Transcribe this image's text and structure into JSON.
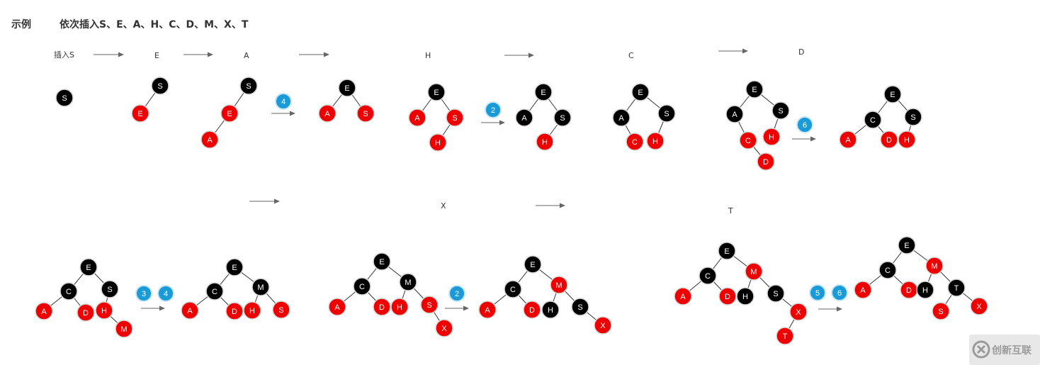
{
  "header": {
    "section_label": "示例",
    "sequence_title": "依次插入S、E、A、H、C、D、M、X、T"
  },
  "colors": {
    "black_node": "#000000",
    "red_node": "#ee0000",
    "badge": "#1a9ad7",
    "edge": "#333333",
    "arrow": "#666666"
  },
  "steps": [
    {
      "label": "插入S"
    },
    {
      "label": "E"
    },
    {
      "label": "A"
    },
    {
      "label": "H"
    },
    {
      "label": "C"
    },
    {
      "label": "D"
    },
    {
      "label": "X"
    },
    {
      "label": "T"
    }
  ],
  "badges": [
    "4",
    "2",
    "6",
    "3",
    "4",
    "2",
    "5",
    "6"
  ],
  "trees": [
    {
      "nodes": [
        [
          "S",
          "black"
        ]
      ],
      "edges": []
    },
    {
      "nodes": [
        [
          "S",
          "black"
        ],
        [
          "E",
          "red"
        ]
      ],
      "edges": [
        [
          0,
          1
        ]
      ]
    },
    {
      "nodes": [
        [
          "S",
          "black"
        ],
        [
          "E",
          "red"
        ],
        [
          "A",
          "red"
        ]
      ],
      "edges": [
        [
          0,
          1
        ],
        [
          1,
          2
        ]
      ]
    },
    {
      "nodes": [
        [
          "E",
          "black"
        ],
        [
          "A",
          "red"
        ],
        [
          "S",
          "red"
        ]
      ],
      "edges": [
        [
          0,
          1
        ],
        [
          0,
          2
        ]
      ]
    },
    {
      "nodes": [
        [
          "E",
          "black"
        ],
        [
          "A",
          "red"
        ],
        [
          "S",
          "red"
        ],
        [
          "H",
          "red"
        ]
      ],
      "edges": [
        [
          0,
          1
        ],
        [
          0,
          2
        ],
        [
          2,
          3
        ]
      ]
    },
    {
      "nodes": [
        [
          "E",
          "black"
        ],
        [
          "A",
          "black"
        ],
        [
          "S",
          "black"
        ],
        [
          "H",
          "red"
        ]
      ],
      "edges": [
        [
          0,
          1
        ],
        [
          0,
          2
        ],
        [
          2,
          3
        ]
      ]
    },
    {
      "nodes": [
        [
          "E",
          "black"
        ],
        [
          "A",
          "black"
        ],
        [
          "S",
          "black"
        ],
        [
          "C",
          "red"
        ],
        [
          "H",
          "red"
        ]
      ],
      "edges": [
        [
          0,
          1
        ],
        [
          0,
          2
        ],
        [
          1,
          3
        ],
        [
          2,
          4
        ]
      ]
    },
    {
      "nodes": [
        [
          "E",
          "black"
        ],
        [
          "A",
          "black"
        ],
        [
          "S",
          "black"
        ],
        [
          "C",
          "red"
        ],
        [
          "H",
          "red"
        ],
        [
          "D",
          "red"
        ]
      ],
      "edges": [
        [
          0,
          1
        ],
        [
          0,
          2
        ],
        [
          1,
          3
        ],
        [
          2,
          4
        ],
        [
          3,
          5
        ]
      ]
    },
    {
      "nodes": [
        [
          "E",
          "black"
        ],
        [
          "C",
          "black"
        ],
        [
          "S",
          "black"
        ],
        [
          "A",
          "red"
        ],
        [
          "D",
          "red"
        ],
        [
          "H",
          "red"
        ]
      ],
      "edges": [
        [
          0,
          1
        ],
        [
          0,
          2
        ],
        [
          1,
          3
        ],
        [
          1,
          4
        ],
        [
          2,
          5
        ]
      ]
    },
    {
      "nodes": [
        [
          "E",
          "black"
        ],
        [
          "C",
          "black"
        ],
        [
          "S",
          "black"
        ],
        [
          "A",
          "red"
        ],
        [
          "D",
          "red"
        ],
        [
          "H",
          "red"
        ],
        [
          "M",
          "red"
        ]
      ],
      "edges": [
        [
          0,
          1
        ],
        [
          0,
          2
        ],
        [
          1,
          3
        ],
        [
          1,
          4
        ],
        [
          2,
          5
        ],
        [
          5,
          6
        ]
      ]
    },
    {
      "nodes": [
        [
          "E",
          "black"
        ],
        [
          "C",
          "black"
        ],
        [
          "M",
          "black"
        ],
        [
          "A",
          "red"
        ],
        [
          "D",
          "red"
        ],
        [
          "H",
          "red"
        ],
        [
          "S",
          "red"
        ]
      ],
      "edges": [
        [
          0,
          1
        ],
        [
          0,
          2
        ],
        [
          1,
          3
        ],
        [
          1,
          4
        ],
        [
          2,
          5
        ],
        [
          2,
          6
        ]
      ]
    },
    {
      "nodes": [
        [
          "E",
          "black"
        ],
        [
          "C",
          "black"
        ],
        [
          "M",
          "black"
        ],
        [
          "A",
          "red"
        ],
        [
          "D",
          "red"
        ],
        [
          "H",
          "red"
        ],
        [
          "S",
          "red"
        ],
        [
          "X",
          "red"
        ]
      ],
      "edges": [
        [
          0,
          1
        ],
        [
          0,
          2
        ],
        [
          1,
          3
        ],
        [
          1,
          4
        ],
        [
          2,
          5
        ],
        [
          2,
          6
        ],
        [
          6,
          7
        ]
      ]
    },
    {
      "nodes": [
        [
          "E",
          "black"
        ],
        [
          "C",
          "black"
        ],
        [
          "M",
          "red"
        ],
        [
          "A",
          "red"
        ],
        [
          "D",
          "red"
        ],
        [
          "H",
          "black"
        ],
        [
          "S",
          "black"
        ],
        [
          "X",
          "red"
        ]
      ],
      "edges": [
        [
          0,
          1
        ],
        [
          0,
          2
        ],
        [
          1,
          3
        ],
        [
          1,
          4
        ],
        [
          2,
          5
        ],
        [
          2,
          6
        ],
        [
          6,
          7
        ]
      ]
    },
    {
      "nodes": [
        [
          "E",
          "black"
        ],
        [
          "C",
          "black"
        ],
        [
          "M",
          "red"
        ],
        [
          "A",
          "red"
        ],
        [
          "D",
          "red"
        ],
        [
          "H",
          "black"
        ],
        [
          "S",
          "black"
        ],
        [
          "X",
          "red"
        ],
        [
          "T",
          "red"
        ]
      ],
      "edges": [
        [
          0,
          1
        ],
        [
          0,
          2
        ],
        [
          1,
          3
        ],
        [
          1,
          4
        ],
        [
          2,
          5
        ],
        [
          2,
          6
        ],
        [
          6,
          7
        ],
        [
          7,
          8
        ]
      ]
    },
    {
      "nodes": [
        [
          "E",
          "black"
        ],
        [
          "C",
          "black"
        ],
        [
          "M",
          "red"
        ],
        [
          "A",
          "red"
        ],
        [
          "D",
          "red"
        ],
        [
          "H",
          "black"
        ],
        [
          "T",
          "black"
        ],
        [
          "S",
          "red"
        ],
        [
          "X",
          "red"
        ]
      ],
      "edges": [
        [
          0,
          1
        ],
        [
          0,
          2
        ],
        [
          1,
          3
        ],
        [
          1,
          4
        ],
        [
          2,
          5
        ],
        [
          2,
          6
        ],
        [
          6,
          7
        ],
        [
          6,
          8
        ]
      ]
    }
  ],
  "watermark": {
    "text": "创新互联"
  }
}
